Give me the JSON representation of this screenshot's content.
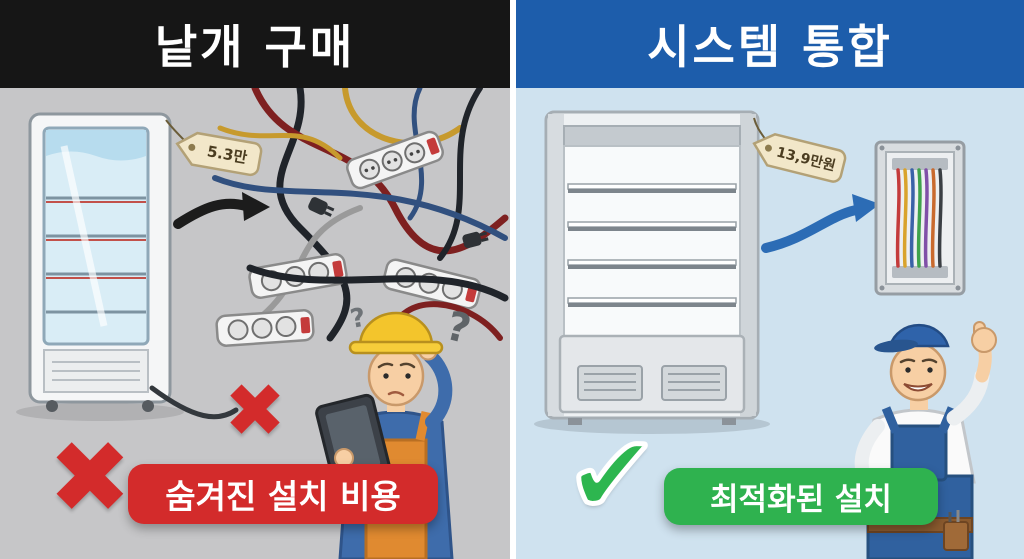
{
  "icons": {
    "x": "✖",
    "check": "✔"
  },
  "left": {
    "title": "낱개 구매",
    "price_tag": "5.3만",
    "banner": "숨겨진 설치 비용",
    "question_marks": [
      "?",
      "?"
    ],
    "colors": {
      "header_bg": "#161616",
      "panel_bg": "#c6c6c8",
      "banner_bg": "#d32b2b",
      "x_color": "#d32b2b"
    }
  },
  "right": {
    "title": "시스템 통합",
    "price_tag": "13,9만원",
    "banner": "최적화된 설치",
    "colors": {
      "header_bg": "#1d5dab",
      "panel_bg": "#cfe2ef",
      "banner_bg": "#2fb24f",
      "check_color": "#2db64f"
    }
  }
}
